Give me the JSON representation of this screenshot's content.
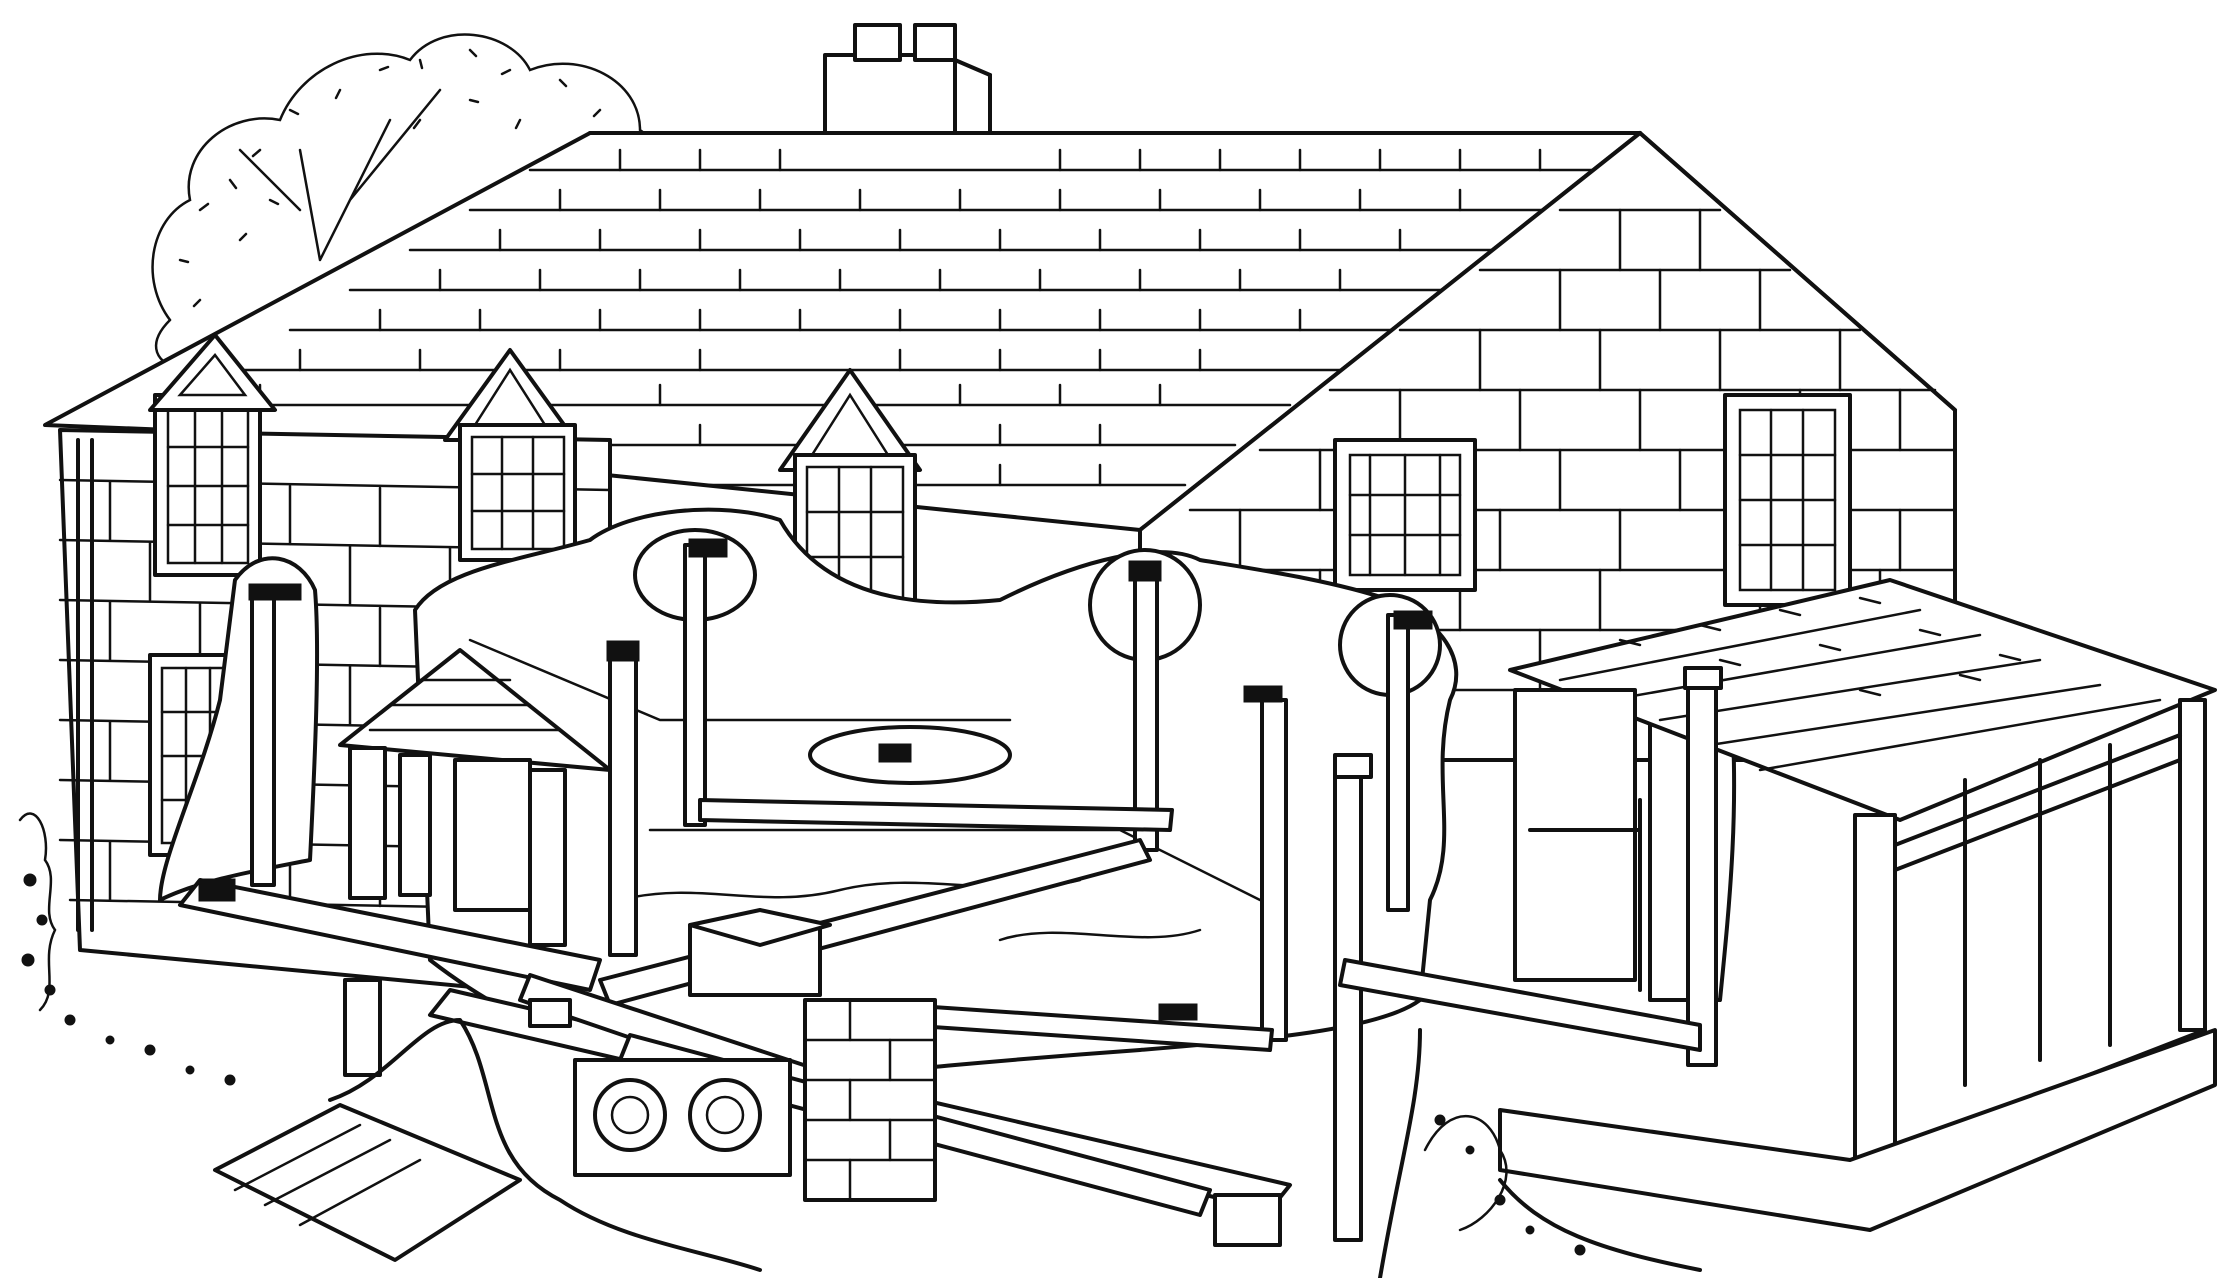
{
  "illustration": {
    "kind": "line-drawing",
    "colors": {
      "ink": "#111111",
      "paper": "#ffffff"
    },
    "parts": [
      "tree",
      "chimney",
      "main-roof",
      "gable-end-wall",
      "dormer-window",
      "front-porch",
      "attached-porch",
      "cutaway-wall",
      "air-register",
      "supply-duct",
      "return-duct",
      "furnace",
      "fireplace-masonry",
      "basement-steps",
      "shrubbery"
    ]
  }
}
